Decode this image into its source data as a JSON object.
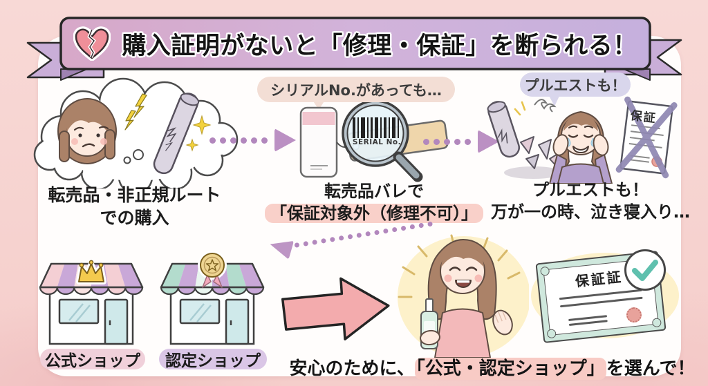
{
  "banner": {
    "icon": "broken-heart",
    "title": "購入証明がないと「修理・保証」を断られる！"
  },
  "steps": {
    "step1": {
      "icon": "thought-bubble-broken-device",
      "caption": [
        "転売品・非正規ルート",
        "での購入"
      ]
    },
    "step2": {
      "bubble": "シリアルNo.があっても…",
      "icon": "magnifier-over-serial-tag",
      "serial_label": "SERIAL No.",
      "caption_line1": "転売品バレで",
      "caption_line2": "「保証対象外（修理不可）」"
    },
    "step3": {
      "bubble": "プルエストも！",
      "icon": "crying-woman-crossed-warranty",
      "doc_label": "保証",
      "caption_line1": "プルエストも！",
      "caption_line2": "万が一の時、泣き寝入り…"
    }
  },
  "shops": {
    "official_label": "公式ショップ",
    "official_icon": "crown",
    "certified_label": "認定ショップ",
    "certified_icon": "medal-rosette"
  },
  "result": {
    "icon": "happy-woman-with-product",
    "certificate_label": "保証証",
    "certificate_icon": "check-mark"
  },
  "message": {
    "prefix": "安心のために、",
    "highlight": "「公式・認定ショップ」",
    "suffix": "を選んで！"
  },
  "colors": {
    "background_pink": "#f6d2cf",
    "panel_white": "#fffdfc",
    "banner_purple": "#cfaed6",
    "ribbon_purple": "#c9aed8",
    "dotted_arrow_purple": "#b287bd",
    "big_arrow_pink": "#f3abad",
    "highlight_pink": "#f8cbc5",
    "bubble_beige": "#f3ded5",
    "bubble_lavender": "#d9d6ec",
    "certificate_mint": "#cfe8dd",
    "check_teal": "#5fc0ae"
  }
}
